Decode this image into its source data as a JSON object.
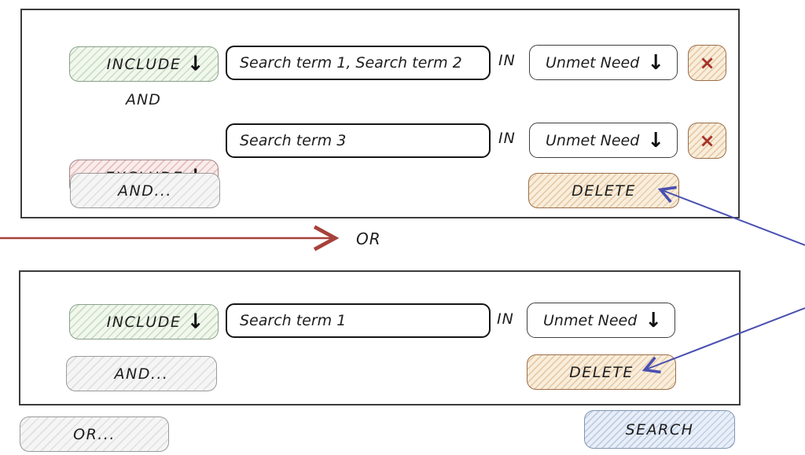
{
  "colors": {
    "include_green_hatch": "#5f9e54",
    "exclude_red_hatch": "#b7544e",
    "neutral_gray_hatch": "#969696",
    "delete_tan_hatch": "#c98a4b",
    "search_blue_hatch": "#6d8fc0",
    "or_arrow_red": "#a6423a",
    "delete_pointer_blue": "#4a50b0",
    "box_border": "#3c3c3c"
  },
  "icons": {
    "dropdown_arrow": "↓",
    "remove_x": "×"
  },
  "group1": {
    "row1": {
      "mode": "INCLUDE",
      "terms": "Search term 1, Search term 2",
      "in_label": "IN",
      "field": "Unmet Need"
    },
    "connector": "AND",
    "row2": {
      "mode": "EXCLUDE",
      "terms": "Search term 3",
      "in_label": "IN",
      "field": "Unmet Need"
    },
    "add_row_label": "AND...",
    "delete_label": "DELETE"
  },
  "or_connector_label": "OR",
  "group2": {
    "row1": {
      "mode": "INCLUDE",
      "terms": "Search term 1",
      "in_label": "IN",
      "field": "Unmet Need"
    },
    "add_row_label": "AND...",
    "delete_label": "DELETE"
  },
  "add_group_label": "OR...",
  "search_label": "SEARCH"
}
